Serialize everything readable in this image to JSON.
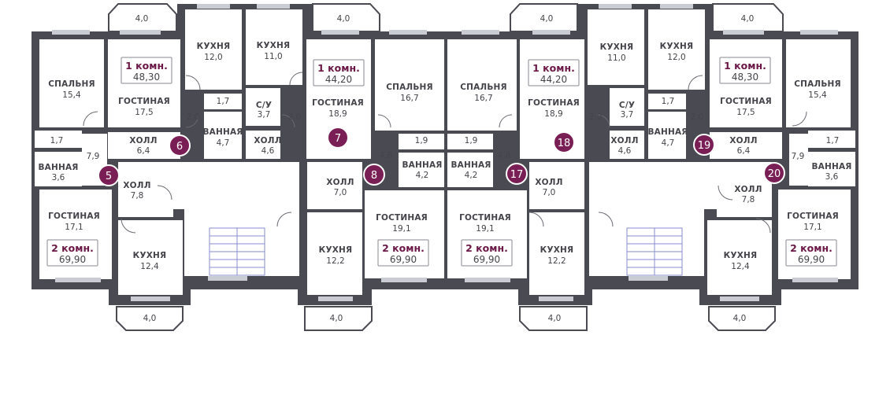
{
  "rooms": {
    "r1": {
      "name": "СПАЛЬНЯ",
      "area": "15,4"
    },
    "r2": {
      "name": "ГОСТИНАЯ",
      "area": "17,5"
    },
    "r3": {
      "name": "КУХНЯ",
      "area": "12,0"
    },
    "r4": {
      "name": "КУХНЯ",
      "area": "11,0"
    },
    "r5": {
      "name": "ГОСТИНАЯ",
      "area": "18,9"
    },
    "r6": {
      "name": "СПАЛЬНЯ",
      "area": "16,7"
    },
    "r7": {
      "name": "СПАЛЬНЯ",
      "area": "16,7"
    },
    "r8": {
      "name": "ГОСТИНАЯ",
      "area": "18,9"
    },
    "r9": {
      "name": "КУХНЯ",
      "area": "11,0"
    },
    "r10": {
      "name": "КУХНЯ",
      "area": "12,0"
    },
    "r11": {
      "name": "ГОСТИНАЯ",
      "area": "17,5"
    },
    "r12": {
      "name": "СПАЛЬНЯ",
      "area": "15,4"
    },
    "r13": {
      "name": "ХОЛЛ",
      "area": "6,4"
    },
    "r14": {
      "name": "ВАННАЯ",
      "area": "4,7"
    },
    "r15": {
      "name": "С/У",
      "area": "3,7"
    },
    "r16": {
      "name": "ХОЛЛ",
      "area": "4,6"
    },
    "r17": {
      "name": "ВАННАЯ",
      "area": "3,6"
    },
    "r18": {
      "name": "ХОЛЛ",
      "area": "7,8"
    },
    "r19": {
      "name": "ГОСТИНАЯ",
      "area": "17,1"
    },
    "r20": {
      "name": "КУХНЯ",
      "area": "12,4"
    },
    "r21": {
      "name": "ХОЛЛ",
      "area": "7,0"
    },
    "r22": {
      "name": "КУХНЯ",
      "area": "12,2"
    },
    "r23": {
      "name": "ВАННАЯ",
      "area": "4,2"
    },
    "r24": {
      "name": "ГОСТИНАЯ",
      "area": "19,1"
    },
    "r25": {
      "name": "ВАННАЯ",
      "area": "4,2"
    },
    "r26": {
      "name": "ГОСТИНАЯ",
      "area": "19,1"
    },
    "r27": {
      "name": "ХОЛЛ",
      "area": "7,0"
    },
    "r28": {
      "name": "КУХНЯ",
      "area": "12,2"
    },
    "r29": {
      "name": "С/У",
      "area": "3,7"
    },
    "r30": {
      "name": "ХОЛЛ",
      "area": "4,6"
    },
    "r31": {
      "name": "ВАННАЯ",
      "area": "4,7"
    },
    "r32": {
      "name": "ХОЛЛ",
      "area": "6,4"
    },
    "r33": {
      "name": "ХОЛЛ",
      "area": "7,8"
    },
    "r34": {
      "name": "ВАННАЯ",
      "area": "3,6"
    },
    "r35": {
      "name": "ГОСТИНАЯ",
      "area": "17,1"
    },
    "r36": {
      "name": "КУХНЯ",
      "area": "12,4"
    }
  },
  "small_areas": {
    "s1": "1,7",
    "s2": "7,9",
    "s3": "2,0",
    "s4": "1,7",
    "s5": "2,0",
    "s6": "4,8",
    "s7": "1,9",
    "s8": "1,9",
    "s9": "4,8",
    "s10": "2,0",
    "s11": "1,7",
    "s12": "2,0",
    "s13": "1,7",
    "s14": "7,9"
  },
  "balconies": {
    "b1": "4,0",
    "b2": "4,0",
    "b3": "4,0",
    "b4": "4,0",
    "b5": "4,0",
    "b6": "4,0",
    "b7": "4,0",
    "b8": "4,0"
  },
  "apartments": {
    "a6": {
      "number": "6",
      "rooms": "1 комн.",
      "area": "48,30"
    },
    "a7": {
      "number": "7",
      "rooms": "1 комн.",
      "area": "44,20"
    },
    "a18": {
      "number": "18",
      "rooms": "1 комн.",
      "area": "44,20"
    },
    "a19": {
      "number": "19",
      "rooms": "1 комн.",
      "area": "48,30"
    },
    "a5": {
      "number": "5",
      "rooms": "2 комн.",
      "area": "69,90"
    },
    "a8": {
      "number": "8",
      "rooms": "2 комн.",
      "area": "69,90"
    },
    "a17": {
      "number": "17",
      "rooms": "2 комн.",
      "area": "69,90"
    },
    "a20": {
      "number": "20",
      "rooms": "2 комн.",
      "area": "69,90"
    }
  },
  "colors": {
    "wall": "#4a4a52",
    "accent": "#7a1f55",
    "window": "#c9ccd3",
    "stairs": "#8a8ccf",
    "text": "#44444a"
  }
}
